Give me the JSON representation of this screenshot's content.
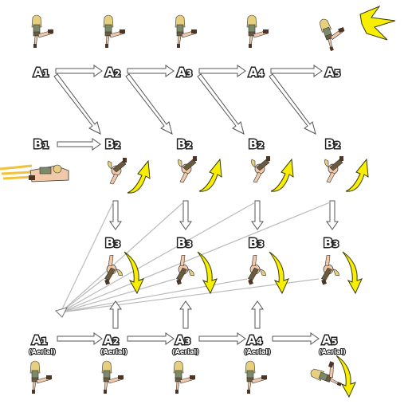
{
  "top_row": [
    {
      "main": "A",
      "sub": "1"
    },
    {
      "main": "A",
      "sub": "2"
    },
    {
      "main": "A",
      "sub": "3"
    },
    {
      "main": "A",
      "sub": "4"
    },
    {
      "main": "A",
      "sub": "5"
    }
  ],
  "b1_row": [
    {
      "main": "B",
      "sub": "1"
    },
    {
      "main": "B",
      "sub": "2"
    },
    {
      "main": "B",
      "sub": "2"
    },
    {
      "main": "B",
      "sub": "2"
    },
    {
      "main": "B",
      "sub": "2"
    }
  ],
  "b3_row": [
    {
      "main": "B",
      "sub": "3"
    },
    {
      "main": "B",
      "sub": "3"
    },
    {
      "main": "B",
      "sub": "3"
    },
    {
      "main": "B",
      "sub": "3"
    }
  ],
  "aerial_row": [
    {
      "main": "A",
      "sub": "1"
    },
    {
      "main": "A",
      "sub": "2"
    },
    {
      "main": "A",
      "sub": "3"
    },
    {
      "main": "A",
      "sub": "4"
    },
    {
      "main": "A",
      "sub": "5"
    }
  ],
  "aerial_tag": "(Aerial)",
  "colors": {
    "swoosh": "#f7ee00",
    "swoosh_outline": "#3a3a00",
    "arrow_fill": "#ffffff",
    "arrow_stroke": "#555555",
    "label_fill": "#ffffff",
    "label_stroke": "#222222",
    "skin": "#f2c9a8",
    "hair": "#e6cf7e",
    "outfit": "#6b5a3e",
    "boot": "#4a3526"
  }
}
